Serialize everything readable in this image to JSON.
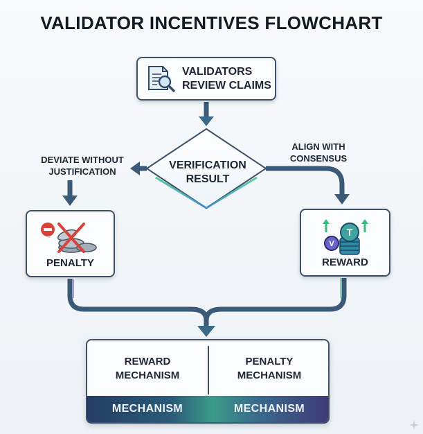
{
  "title": "VALIDATOR INCENTIVES FLOWCHART",
  "start_step": {
    "label_line1": "VALIDATORS",
    "label_line2": "REVIEW CLAIMS",
    "icon": "document-magnifier-icon"
  },
  "decision": {
    "label_line1": "VERIFICATION",
    "label_line2": "RESULT"
  },
  "branch_left": {
    "label_line1": "DEVIATE WITHOUT",
    "label_line2": "JUSTIFICATION"
  },
  "branch_right": {
    "label_line1": "ALIGN WITH",
    "label_line2": "CONSENSUS"
  },
  "penalty_box": {
    "label": "PENALTY",
    "icon": "crossed-out-coins-icon"
  },
  "reward_box": {
    "label": "REWARD",
    "icon": "coin-stack-arrows-icon"
  },
  "mechanisms": {
    "left_line1": "REWARD",
    "left_line2": "MECHANISM",
    "right_line1": "PENALTY",
    "right_line2": "MECHANISM",
    "band_left": "MECHANISM",
    "band_right": "MECHANISM"
  },
  "colors": {
    "border": "#3d5166",
    "arrow_dark": "#3b5a78",
    "accent_green": "#46c48a",
    "accent_purple": "#6b55c9",
    "accent_blue": "#3d8fd6"
  }
}
